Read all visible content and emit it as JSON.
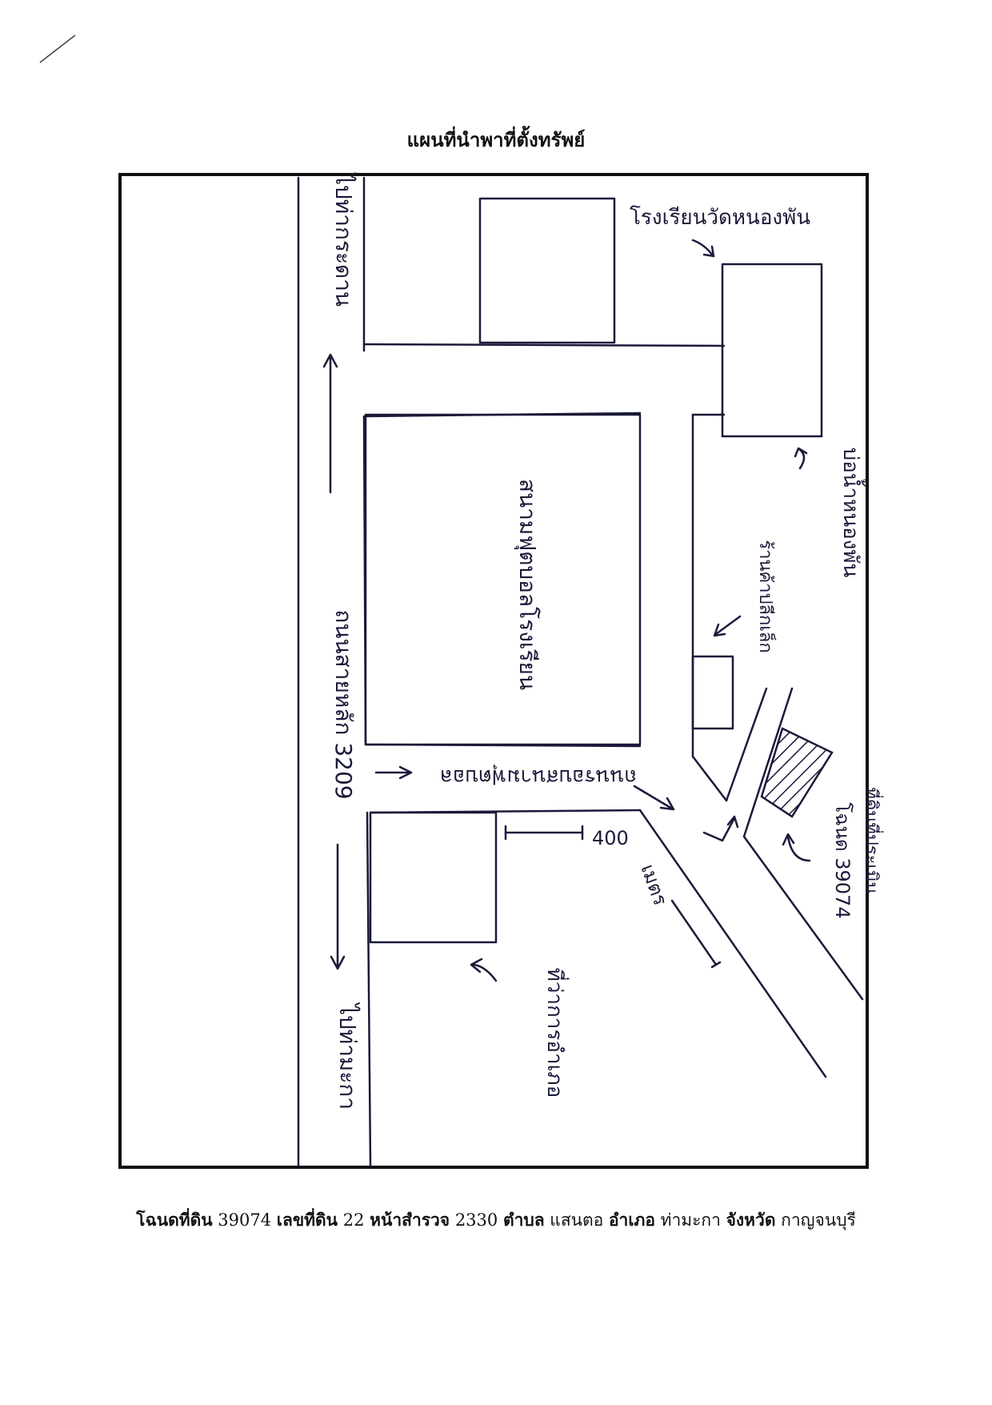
{
  "title": "แผนที่นำพาที่ตั้งทรัพย์",
  "map": {
    "road_main": "ถนนสายหลัก 3209",
    "to_north": "ไปท่ากระดาน",
    "to_south": "ไปท่ามะกา",
    "side_road": "ถนนรอบสนามฟุตบอล",
    "school": "โรงเรียนวัดหนองพัน",
    "pond": "บ่อน้ำหนองพัน",
    "field": "สนามฟุตบอลโรงเรียน",
    "small_building": "ร้านค้าปลีกเล็ก",
    "property_label": "ที่ดินที่ประเมิน",
    "deed_label": "โฉนด 39074",
    "distance_value": "400",
    "distance_unit": "เมตร",
    "district_office": "ที่ว่าการอำเภอ"
  },
  "footer": {
    "deed_label": "โฉนดที่ดิน",
    "deed_value": "39074",
    "parcel_label": "เลขที่ดิน",
    "parcel_value": "22",
    "survey_label": "หน้าสำรวจ",
    "survey_value": "2330",
    "subdistrict_label": "ตำบล",
    "subdistrict_value": "แสนตอ",
    "district_label": "อำเภอ",
    "district_value": "ท่ามะกา",
    "province_label": "จังหวัด",
    "province_value": "กาญจนบุรี"
  }
}
